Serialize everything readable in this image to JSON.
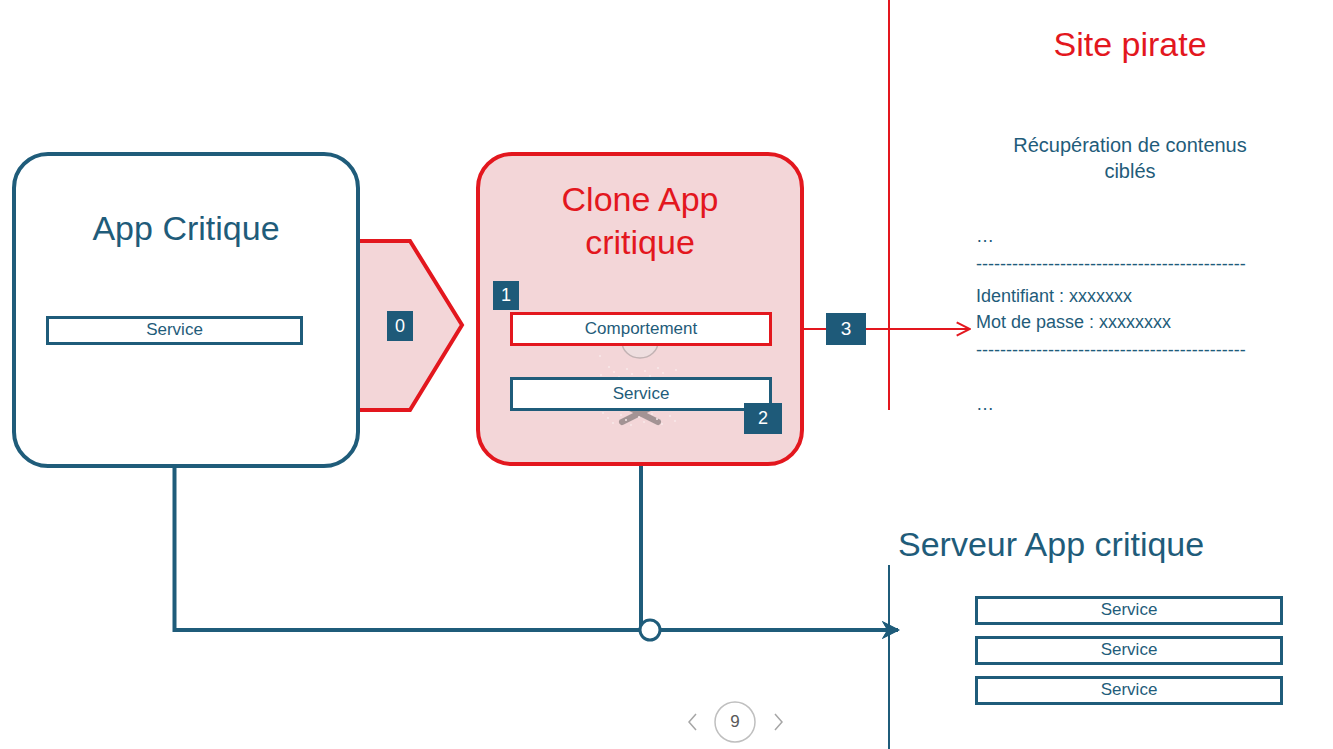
{
  "diagram": {
    "nodes": [
      {
        "text": [
          "App Critique"
        ]
      },
      {
        "text": [
          "Service"
        ],
        "in": 0
      },
      {
        "text": [
          "Clone App critique"
        ]
      },
      {
        "text": [
          "Comportement"
        ],
        "in": 2
      },
      {
        "text": [
          "Service"
        ],
        "in": 2
      },
      {
        "text": [
          "Site pirate",
          "Récupération de contenus ciblés",
          "…",
          "---------------------------------------------",
          "Identifiant : xxxxxxx",
          "Mot de passe : xxxxxxxx",
          "---------------------------------------------",
          "…"
        ]
      },
      {
        "text": [
          "Serveur App critique"
        ]
      },
      {
        "text": [
          "Service"
        ],
        "in": 6
      },
      {
        "text": [
          "Service"
        ],
        "in": 6
      },
      {
        "text": [
          "Service"
        ],
        "in": 6
      }
    ],
    "edges": [
      {
        "from": 3,
        "to": 5,
        "arrow": "to",
        "label": "3"
      },
      {
        "from": 1,
        "to": 6,
        "arrow": "to"
      },
      {
        "from": 4,
        "to": 6,
        "arrow": "to"
      }
    ],
    "labels": [
      "0",
      "1",
      "2",
      "9"
    ]
  }
}
